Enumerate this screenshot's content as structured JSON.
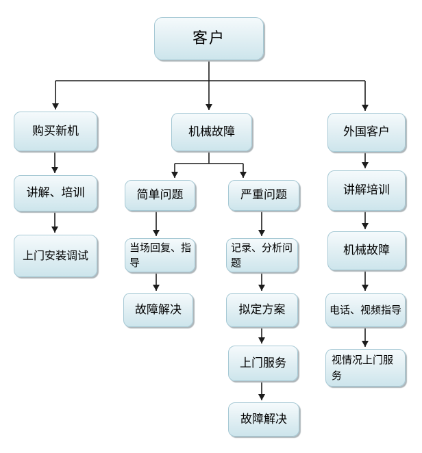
{
  "styles": {
    "node_border": "#a5c8d4",
    "node_fill_top": "#f5fafc",
    "node_fill_mid": "#e3f0f4",
    "node_fill_bottom": "#cde5ec",
    "node_shadow": "#aeb6ba",
    "connector_color": "#1c1c1c",
    "text_color": "#000000",
    "background": "#ffffff"
  },
  "nodes": {
    "customer": {
      "label": "客户"
    },
    "buy_new_machine": {
      "label": "购买新机"
    },
    "explain_training": {
      "label": "讲解、培训"
    },
    "onsite_install_debug": {
      "label": "上门安装调试"
    },
    "mechanical_failure": {
      "label": "机械故障"
    },
    "simple_problem": {
      "label": "简单问题"
    },
    "onsite_reply_guidance": {
      "label": "当场回复、指导"
    },
    "fault_resolved_simple": {
      "label": "故障解决"
    },
    "serious_problem": {
      "label": "严重问题"
    },
    "record_analyze_problem": {
      "label": "记录、分析问题"
    },
    "draft_plan": {
      "label": "拟定方案"
    },
    "onsite_service": {
      "label": "上门服务"
    },
    "fault_resolved_serious": {
      "label": "故障解决"
    },
    "foreign_customer": {
      "label": "外国客户"
    },
    "explain_training_foreign": {
      "label": "讲解培训"
    },
    "mechanical_failure_foreign": {
      "label": "机械故障"
    },
    "phone_video_guidance": {
      "label": "电话、视频指导"
    },
    "onsite_service_as_needed": {
      "label": "视情况上门服务"
    }
  },
  "edges": [
    {
      "from": "customer",
      "to": "buy_new_machine"
    },
    {
      "from": "customer",
      "to": "mechanical_failure"
    },
    {
      "from": "customer",
      "to": "foreign_customer"
    },
    {
      "from": "buy_new_machine",
      "to": "explain_training"
    },
    {
      "from": "explain_training",
      "to": "onsite_install_debug"
    },
    {
      "from": "mechanical_failure",
      "to": "simple_problem"
    },
    {
      "from": "mechanical_failure",
      "to": "serious_problem"
    },
    {
      "from": "simple_problem",
      "to": "onsite_reply_guidance"
    },
    {
      "from": "onsite_reply_guidance",
      "to": "fault_resolved_simple"
    },
    {
      "from": "serious_problem",
      "to": "record_analyze_problem"
    },
    {
      "from": "record_analyze_problem",
      "to": "draft_plan"
    },
    {
      "from": "draft_plan",
      "to": "onsite_service"
    },
    {
      "from": "onsite_service",
      "to": "fault_resolved_serious"
    },
    {
      "from": "foreign_customer",
      "to": "explain_training_foreign"
    },
    {
      "from": "explain_training_foreign",
      "to": "mechanical_failure_foreign"
    },
    {
      "from": "mechanical_failure_foreign",
      "to": "phone_video_guidance"
    },
    {
      "from": "phone_video_guidance",
      "to": "onsite_service_as_needed"
    }
  ]
}
